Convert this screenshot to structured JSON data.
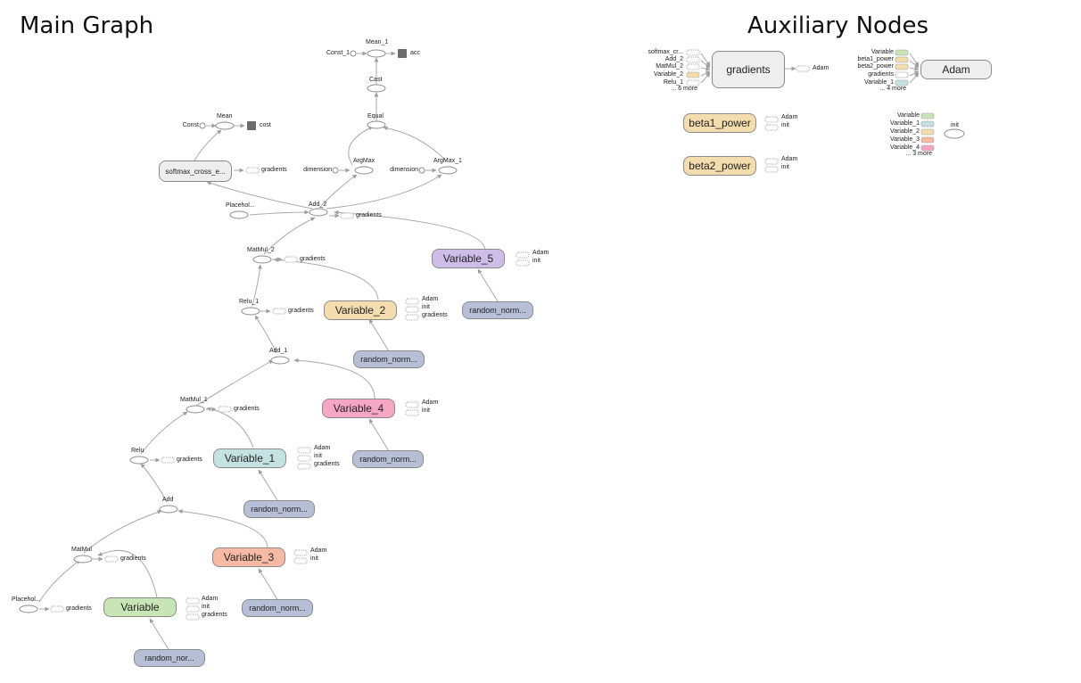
{
  "titles": {
    "main": "Main Graph",
    "aux": "Auxiliary Nodes"
  },
  "boxes": {
    "softmax": "softmax_cross_e...",
    "variable_5": "Variable_5",
    "variable_2": "Variable_2",
    "variable_4": "Variable_4",
    "variable_1": "Variable_1",
    "variable_3": "Variable_3",
    "variable": "Variable",
    "rn_v5": "random_norm...",
    "rn_v2": "random_norm...",
    "rn_v4": "random_norm...",
    "rn_v1": "random_norm...",
    "rn_v3": "random_norm...",
    "rn_v": "random_nor...",
    "gradients": "gradients",
    "adam": "Adam",
    "beta1": "beta1_power",
    "beta2": "beta2_power"
  },
  "ops": {
    "mean_1": "Mean_1",
    "const_1": "Const_1",
    "acc": "acc",
    "cast": "Cast",
    "equal": "Equal",
    "mean": "Mean",
    "const": "Const",
    "cost": "cost",
    "argmax": "ArgMax",
    "argmax_1": "ArgMax_1",
    "dimension_a": "dimension",
    "dimension_b": "dimension",
    "placeholder_1": "Placehol...",
    "add_2": "Add_2",
    "matmul_2": "MatMul_2",
    "relu_1": "Relu_1",
    "add_1": "Add_1",
    "matmul_1": "MatMul_1",
    "relu": "Relu",
    "add": "Add",
    "matmul": "MatMul",
    "placeholder": "Placehol..."
  },
  "side_labels": {
    "gradients": "gradients",
    "adam": "Adam",
    "init": "init"
  },
  "aux_inputs": {
    "gradients": [
      "softmax_cr...",
      "Add_2",
      "MatMul_2",
      "Variable_2",
      "Relu_1",
      "... 6 more"
    ],
    "adam": [
      "Variable",
      "beta1_power",
      "beta2_power",
      "gradients",
      "Variable_1",
      "... 4 more"
    ],
    "init": [
      "Variable",
      "Variable_1",
      "Variable_2",
      "Variable_3",
      "Variable_4",
      "... 3 more"
    ],
    "init_title": "init"
  },
  "colors": {
    "gray_box": "#eeeeee",
    "variable_green": "#c8e6b5",
    "variable_1_teal": "#c5e2e2",
    "variable_2_tan": "#f3dcae",
    "variable_3_salmon": "#f6b9a3",
    "variable_4_pink": "#f5a6c3",
    "variable_5_purple": "#cdbde8",
    "random_slate": "#b7bfd6",
    "edge": "#9e9e9e"
  }
}
